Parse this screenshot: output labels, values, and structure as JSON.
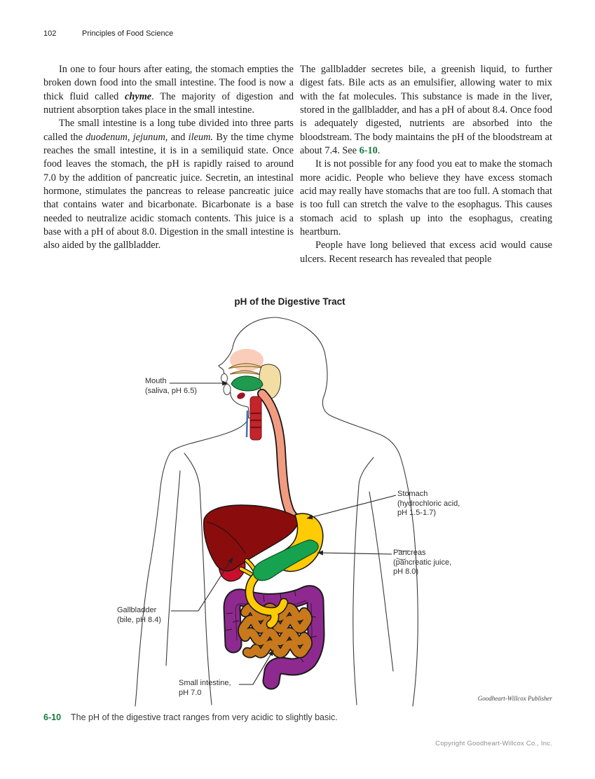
{
  "page": {
    "header": {
      "page_number": "102",
      "running_title": "Principles of Food Science"
    },
    "body": {
      "left_column": [
        {
          "segments": [
            {
              "t": "In one to four hours after eating, the stomach empties the broken down food into the small intestine. The food is now a thick fluid called ",
              "s": ""
            },
            {
              "t": "chyme",
              "s": "bi"
            },
            {
              "t": ". The majority of digestion and nutrient absorption takes place in the small intestine.",
              "s": ""
            }
          ]
        },
        {
          "segments": [
            {
              "t": "The small intestine is a long tube divided into three parts called the ",
              "s": ""
            },
            {
              "t": "duodenum",
              "s": "i"
            },
            {
              "t": ", ",
              "s": ""
            },
            {
              "t": "jejunum",
              "s": "i"
            },
            {
              "t": ", and ",
              "s": ""
            },
            {
              "t": "ileum.",
              "s": "i"
            },
            {
              "t": " By the time chyme reaches the small intestine, it is in a semiliquid state. Once food leaves the stomach, the pH is rapidly raised to around 7.0 by the addition of pancreatic juice. Secretin, an intestinal hormone, stimulates the pancreas to release pancreatic juice that contains water and bicarbonate. Bicarbonate is a base needed to neutralize acidic stomach contents. This juice is a base with a pH of about 8.0. Digestion in the small intestine is also aided by the gallbladder.",
              "s": ""
            }
          ]
        }
      ],
      "right_column": [
        {
          "segments": [
            {
              "t": "The gallbladder secretes bile, a greenish liquid, to further digest fats. Bile acts as an emulsifier, allowing water to mix with the fat molecules. This substance is made in the liver, stored in the gallbladder, and has a pH of about 8.4. Once food is adequately digested, nutrients are absorbed into the bloodstream. The body maintains the pH of the bloodstream at about 7.4. See ",
              "s": ""
            },
            {
              "t": "6-10",
              "s": "ref"
            },
            {
              "t": ".",
              "s": ""
            }
          ]
        },
        {
          "segments": [
            {
              "t": "It is not possible for any food you eat to make the stomach more acidic. People who believe they have excess stomach acid may really have stomachs that are too full. A stomach that is too full can stretch the valve to the esophagus. This causes stomach acid to splash up into the esophagus, creating heartburn.",
              "s": ""
            }
          ]
        },
        {
          "segments": [
            {
              "t": "People have long believed that excess acid would cause ulcers. Recent research has revealed that people",
              "s": ""
            }
          ]
        }
      ]
    },
    "figure": {
      "title": "pH of the Digestive Tract",
      "labels": {
        "mouth": {
          "lines": [
            "Mouth",
            "(saliva, pH 6.5)"
          ]
        },
        "stomach": {
          "lines": [
            "Stomach",
            "(hydrochloric acid,",
            "pH 1.5-1.7)"
          ]
        },
        "pancreas": {
          "lines": [
            "Pancreas",
            "(pancreatic juice,",
            "pH 8.0)"
          ]
        },
        "gallbladder": {
          "lines": [
            "Gallbladder",
            "(bile, pH 8.4)"
          ]
        },
        "small_intestine": {
          "lines": [
            "Small intestine,",
            "pH 7.0"
          ]
        }
      },
      "attribution": "Goodheart-Willcox Publisher",
      "organ_colors": {
        "liver": "#8B0C0C",
        "gallbladder": "#C8102E",
        "stomach_duodenum": "#FFCB05",
        "pancreas": "#17A24F",
        "large_intestine": "#8E2A8F",
        "small_intestine": "#C8791B",
        "esophagus": "#F29B80",
        "tongue": "#1E9B4E",
        "larynx": "#C4242B",
        "parotid_gland": "#F3DDA2",
        "soft_palate": "#F9C8B2"
      }
    },
    "caption": {
      "figure_number": "6-10",
      "text": "The pH of the digestive tract ranges from very acidic to slightly basic."
    },
    "footer": {
      "copyright": "Copyright Goodheart-Willcox Co., Inc."
    },
    "accent_green": "#157A3E"
  }
}
